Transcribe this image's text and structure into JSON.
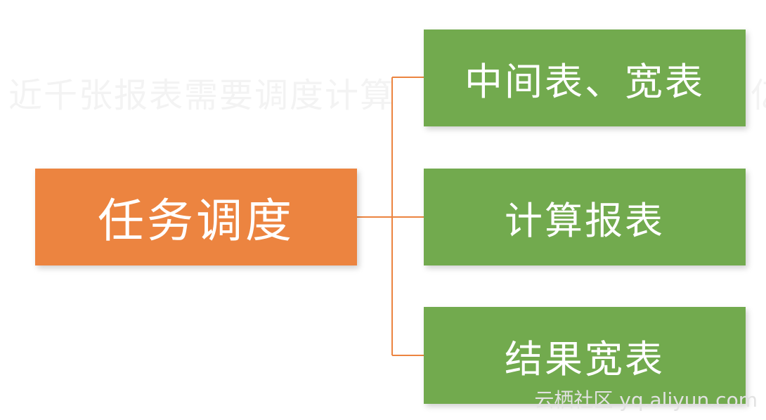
{
  "background_text": {
    "left": "近千张报表需要调度计算",
    "right": "亿"
  },
  "diagram": {
    "root": {
      "label": "任务调度",
      "color": "#ec8440"
    },
    "children": [
      {
        "label": "中间表、宽表",
        "color": "#72aa4e"
      },
      {
        "label": "计算报表",
        "color": "#72aa4e"
      },
      {
        "label": "结果宽表",
        "color": "#72aa4e"
      }
    ],
    "connector_color": "#ec8440"
  },
  "watermark": "云栖社区 yq.aliyun.com"
}
